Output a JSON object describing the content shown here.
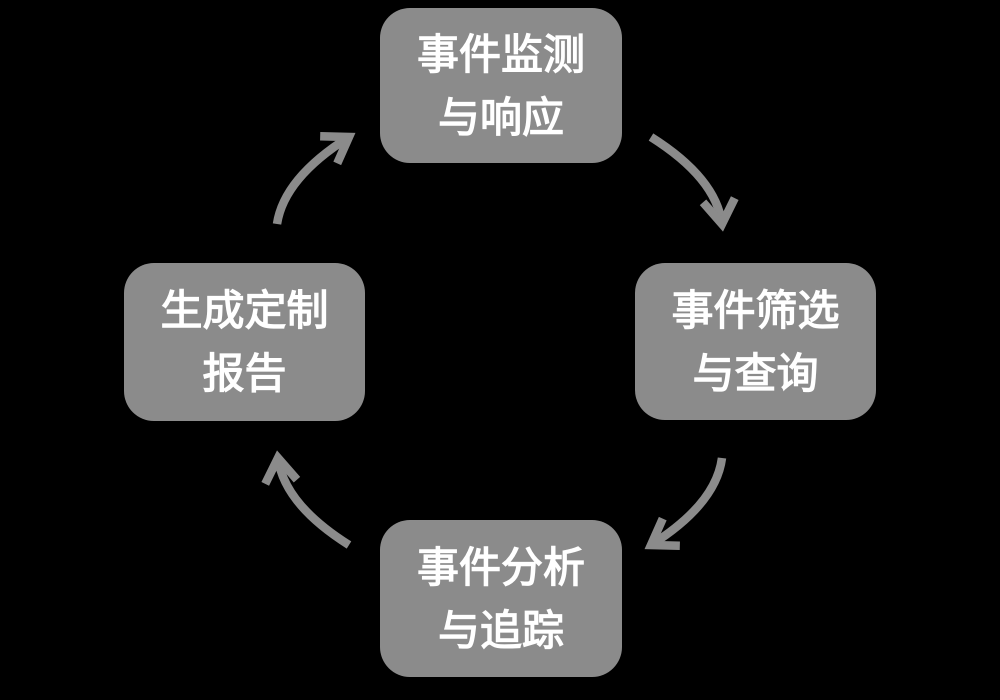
{
  "diagram": {
    "type": "cycle",
    "direction": "clockwise",
    "colors": {
      "background": "#000000",
      "node_fill": "#8B8B8B",
      "node_text": "#FFFFFF",
      "arrow": "#8B8B8B"
    },
    "nodes": [
      {
        "id": "monitoring-response",
        "position": "top",
        "line1": "事件监测",
        "line2": "与响应"
      },
      {
        "id": "filter-query",
        "position": "right",
        "line1": "事件筛选",
        "line2": "与查询"
      },
      {
        "id": "analysis-tracking",
        "position": "bottom",
        "line1": "事件分析",
        "line2": "与追踪"
      },
      {
        "id": "custom-report",
        "position": "left",
        "line1": "生成定制",
        "line2": "报告"
      }
    ],
    "flow": [
      {
        "from": "monitoring-response",
        "to": "filter-query"
      },
      {
        "from": "filter-query",
        "to": "analysis-tracking"
      },
      {
        "from": "analysis-tracking",
        "to": "custom-report"
      },
      {
        "from": "custom-report",
        "to": "monitoring-response"
      }
    ]
  }
}
